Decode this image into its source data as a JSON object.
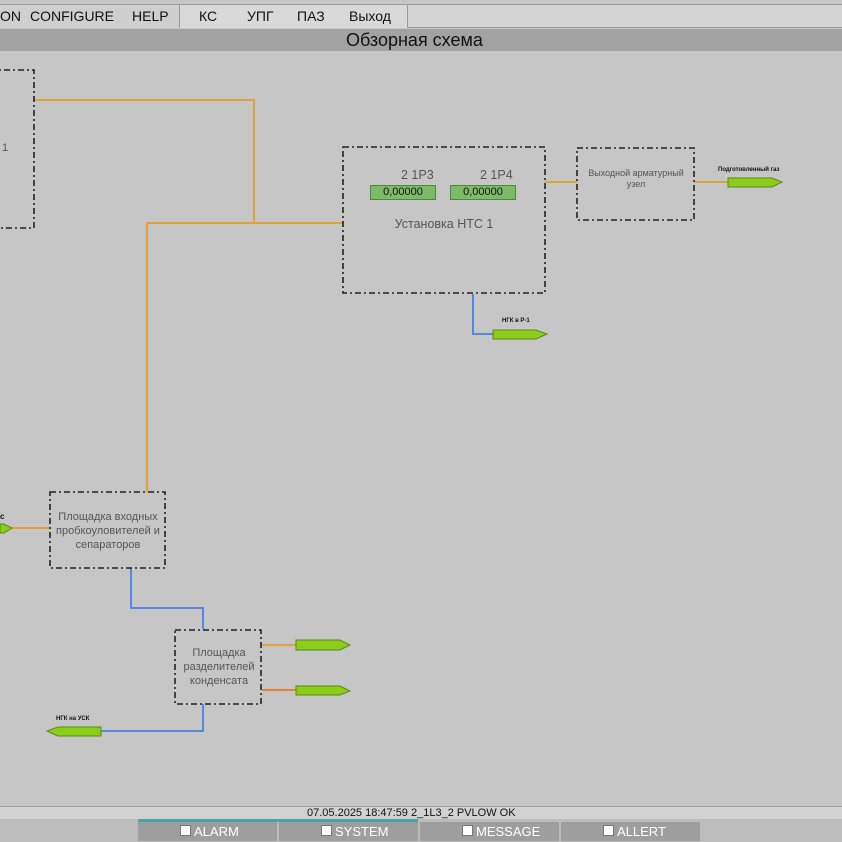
{
  "menu": {
    "items": [
      "ON",
      "CONFIGURE",
      "HELP",
      "КС",
      "УПГ",
      "ПАЗ",
      "Выход"
    ]
  },
  "page_title": "Обзорная схема",
  "blocks": {
    "left_partial_label": "1",
    "nts": {
      "label": "Установка НТС 1",
      "tag1": "2 1P3",
      "tag2": "2 1P4",
      "value1": "0,00000",
      "value2": "0,00000"
    },
    "output_valve": "Выходной арматурный узел",
    "inlet": "Площадка входных пробкоуловителей и сепараторов",
    "separators": "Площадка разделителей конденсата"
  },
  "arrows": {
    "prepared_gas": "Подготовленный газ",
    "ngk_r1": "НГК в Р-1",
    "ngk_usk": "НГК на УСК",
    "left_partial": "с"
  },
  "status": {
    "message": "07.05.2025 18:47:59  2_1L3_2 PVLOW OK"
  },
  "alarm_tabs": [
    "ALARM",
    "SYSTEM",
    "MESSAGE",
    "ALLERT"
  ],
  "colors": {
    "pipe_gas": "#e0a33a",
    "pipe_liquid": "#5b86e0",
    "pipe_orange": "#e0823a",
    "arrow_green": "#8ccc1a",
    "value_bg": "#7dbb68"
  }
}
